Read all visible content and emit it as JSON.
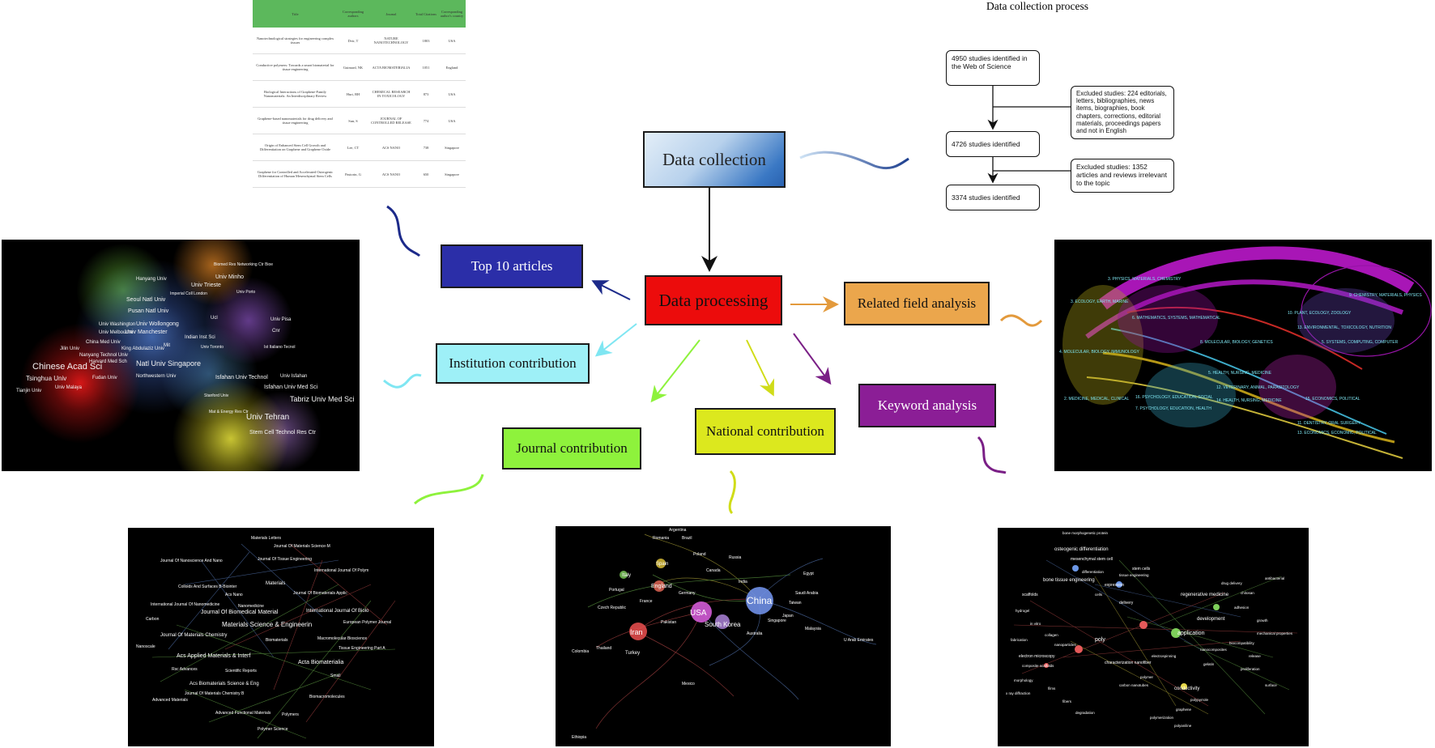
{
  "center": {
    "data_collection": "Data collection",
    "data_processing": "Data processing"
  },
  "nodes": {
    "top10": "Top 10 articles",
    "institution": "Institution  contribution",
    "journal": "Journal contribution",
    "national": "National contribution",
    "keyword": "Keyword analysis",
    "related": "Related field analysis"
  },
  "colors": {
    "data_collection_top": "#d6e6f5",
    "data_collection_bottom": "#2a6cc0",
    "data_processing": "#ec0c0c",
    "top10": "#2b2ea8",
    "institution": "#9ef0f7",
    "journal": "#8ef23c",
    "national": "#dce81e",
    "keyword": "#8b1e96",
    "related": "#eba64c"
  },
  "flowchart": {
    "title": "Data collection process",
    "step1": "4950 studies  identified in the Web of Science",
    "excluded1": "Excluded studies: 224 editorials, letters, bibliographies, news items, biographies, book chapters, corrections, editorial materials, proceedings papers and not in English",
    "step2": "4726 studies identified",
    "excluded2": "Excluded studies: 1352 articles and reviews irrelevant to the topic",
    "step3": "3374 studies identified"
  },
  "table": {
    "headers": [
      "Title",
      "Corresponding authors",
      "Journal",
      "Total Citations",
      "Corresponding author's country"
    ],
    "rows": [
      [
        "Nanotechnological strategies for engineering complex tissues",
        "Dvir, T",
        "NATURE NANOTECHNOLOGY",
        "1803",
        "USA"
      ],
      [
        "Conductive polymers: Towards a smart biomaterial for tissue engineering",
        "Guimard, NK",
        "ACTA BIOMATERIALIA",
        "1051",
        "England"
      ],
      [
        "Biological Interactions of Graphene-Family Nanomaterials: An Interdisciplinary Review",
        "Hurt, RH",
        "CHEMICAL RESEARCH IN TOXICOLOGY",
        "873",
        "USA"
      ],
      [
        "Graphene-based nanomaterials for drug delivery and tissue engineering",
        "Sun, S",
        "JOURNAL OF CONTROLLED RELEASE",
        "774",
        "USA"
      ],
      [
        "Origin of Enhanced Stem Cell Growth and Differentiation on Graphene and Graphene Oxide",
        "Lee, CT",
        "ACS NANO",
        "738",
        "Singapore"
      ],
      [
        "Graphene for Controlled and Accelerated Osteogenic Differentiation of Human Mesenchymal Stem Cells",
        "Pastorin, G",
        "ACS NANO",
        "650",
        "Singapore"
      ]
    ]
  },
  "institution_map": {
    "labels": [
      "Chinese Acad Sci",
      "Tsinghua Univ",
      "Tianjin Univ",
      "Univ Malaya",
      "Jilin Univ",
      "Fudan Univ",
      "Harvard Med Sch",
      "Natl Univ Singapore",
      "Nanyang Technol Univ",
      "King Abdulaziz Univ",
      "China Med Univ",
      "Univ Melbourne",
      "Univ Washington",
      "Univ Manchester",
      "Univ Wollongong",
      "Pusan Natl Univ",
      "Seoul Natl Univ",
      "Hanyang Univ",
      "Univ Trieste",
      "Univ Minho",
      "Univ Porto",
      "Biomed Res Networking Ctr Bioe",
      "Univ Pisa",
      "Cnr",
      "Ist Italiano Tecnol",
      "Indian Inst Sci",
      "Ucl",
      "Mit",
      "Northwestern Univ",
      "Isfahan Univ Technol",
      "Univ Isfahan",
      "Isfahan Univ Med Sci",
      "Tabriz Univ Med Sci",
      "Univ Tehran",
      "Stanford Univ",
      "Stem Cell Technol Res Ctr",
      "Mat & Energy Res Ctr",
      "Univ Toronto",
      "Imperial Coll London"
    ]
  },
  "journal_map": {
    "labels": [
      "Materials Letters",
      "Journal Of Materials Science-M",
      "Journal Of Nanoscience And Nano",
      "Journal Of Tissue Engineering",
      "International Journal Of Polym",
      "Colloids And Surfaces B-Biointer",
      "Materials",
      "Journal Of Biomaterials Applic",
      "International Journal Of Nanomedicine",
      "Journal Of Biomedical Material",
      "International Journal Of Biolo",
      "Materials Science & Engineerin",
      "Journal Of Materials Chemistry",
      "Macromolecular Bioscience",
      "Acs Applied Materials & Interf",
      "Acta Biomaterialia",
      "Acs Biomaterials Science & Eng",
      "Advanced Functional Materials",
      "Biomacromolecules",
      "Polymers",
      "Carbon",
      "Nanoscale",
      "Advanced Materials",
      "Small",
      "Acs Nano",
      "European Polymer Journal",
      "Nanomedicine",
      "Biomaterials",
      "Rsc Advances",
      "Scientific Reports",
      "Journal Of Materials Chemistry B",
      "Polymer Science",
      "Tissue Engineering Part A"
    ]
  },
  "country_map": {
    "labels": [
      "China",
      "USA",
      "South Korea",
      "Iran",
      "Turkey",
      "England",
      "Spain",
      "Italy",
      "Brazil",
      "Argentina",
      "Romania",
      "Czech Republic",
      "Thailand",
      "Colombia",
      "Mexico",
      "Egypt",
      "Saudi Arabia",
      "Malaysia",
      "U Arab Emirates",
      "Ethiopia",
      "India",
      "Japan",
      "Germany",
      "France",
      "Australia",
      "Canada",
      "Singapore",
      "Portugal",
      "Russia",
      "Poland",
      "Taiwan",
      "Pakistan"
    ]
  },
  "keyword_map": {
    "labels": [
      "bone morphogenetic protein",
      "osteogenic differentiation",
      "mesenchymal stem cell",
      "bone tissue engineering",
      "expression",
      "stem cells",
      "delivery",
      "scaffolds",
      "application",
      "development",
      "regenerative medicine",
      "poly",
      "characterization nanofiber",
      "conductivity",
      "electron microscopy",
      "polymerization",
      "polyaniline",
      "graphene",
      "tissue engineering",
      "hydrogel",
      "in vitro",
      "collagen",
      "fabrication",
      "composite scaffolds",
      "morphology",
      "differentiation",
      "cells",
      "nanoparticles",
      "drug delivery",
      "chitosan",
      "biocompatibility",
      "x ray diffraction",
      "films",
      "fibers",
      "degradation",
      "polymer",
      "polypyrrole",
      "growth",
      "release",
      "proliferation",
      "surface",
      "mechanical properties",
      "adhesion",
      "gelatin",
      "electrospinning",
      "nanocomposites",
      "antibacterial",
      "carbon nanotubes"
    ]
  },
  "field_map": {
    "labels": [
      "3. PHYSICS, MATERIALS, CHEMISTRY",
      "3. ECOLOGY, EARTH, MARINE",
      "6. MATHEMATICS, SYSTEMS, MATHEMATICAL",
      "4. MOLECULAR, BIOLOGY, IMMUNOLOGY",
      "8. MOLECULAR, BIOLOGY, GENETICS",
      "5. HEALTH, NURSING, MEDICINE",
      "2. MEDICINE, MEDICAL, CLINICAL",
      "7. PSYCHOLOGY, EDUCATION, HEALTH",
      "9. CHEMISTRY, MATERIALS, PHYSICS",
      "10. PLANT, ECOLOGY, ZOOLOGY",
      "13. ENVIRONMENTAL, TOXICOLOGY, NUTRITION",
      "5. SYSTEMS, COMPUTING, COMPUTER",
      "12. VETERINARY, ANIMAL, PARASITOLOGY",
      "15. ECONOMICS, POLITICAL",
      "16. PSYCHOLOGY, EDUCATION, SOCIAL",
      "14. HEALTH, NURSING, MEDICINE",
      "11. DENTISTRY, ORAL SURGERY",
      "13. ECONOMICS, ECONOMIC, POLITICAL"
    ]
  }
}
